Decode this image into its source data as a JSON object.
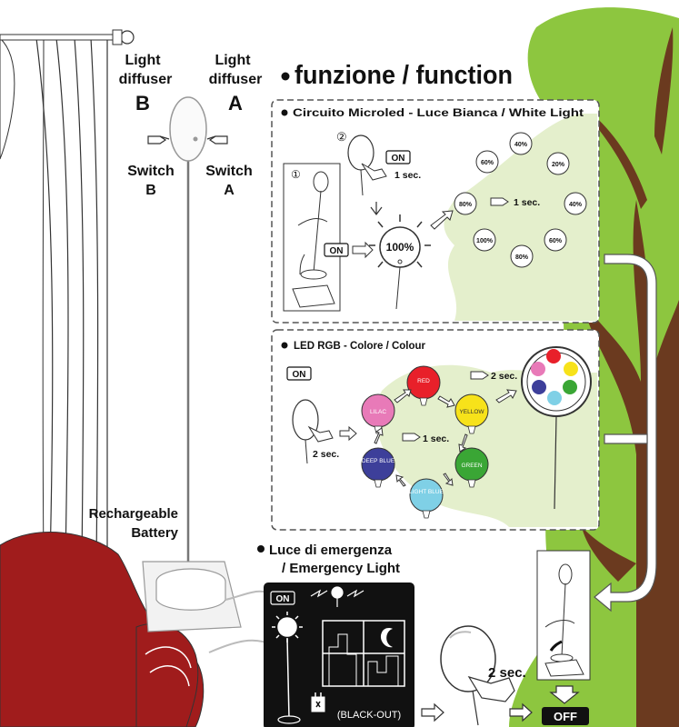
{
  "lamp_labels": {
    "diffuser_b_line1": "Light",
    "diffuser_b_line2": "diffuser",
    "diffuser_b_letter": "B",
    "diffuser_a_line1": "Light",
    "diffuser_a_line2": "diffuser",
    "diffuser_a_letter": "A",
    "switch_b_line1": "Switch",
    "switch_b_line2": "B",
    "switch_a_line1": "Switch",
    "switch_a_line2": "A",
    "battery_line1": "Rechargeable",
    "battery_line2": "Battery"
  },
  "function_title": "funzione / function",
  "white_panel": {
    "title": "Circuito Microled - Luce Bianca / White Light",
    "step1": "①",
    "step2": "②",
    "on_label": "ON",
    "on_label_2": "ON",
    "press_time": "1 sec.",
    "press_time_cycle": "1 sec.",
    "main_level": "100%",
    "cycle_levels": [
      "40%",
      "60%",
      "20%",
      "80%",
      "40%",
      "100%",
      "60%",
      "80%"
    ]
  },
  "rgb_panel": {
    "title": "LED RGB - Colore / Colour",
    "on_label": "ON",
    "hold_time": "2 sec.",
    "cycle_time": "1 sec.",
    "end_time": "2 sec.",
    "bulbs": [
      {
        "label": "RED",
        "color": "#e8202a"
      },
      {
        "label": "LILAC",
        "color": "#e87ab8"
      },
      {
        "label": "YELLOW",
        "color": "#f7e21a"
      },
      {
        "label": "DEEP BLUE",
        "color": "#3d3f9a"
      },
      {
        "label": "GREEN",
        "color": "#3aa635"
      },
      {
        "label": "LIGHT BLUE",
        "color": "#7fd0e6"
      }
    ],
    "palette_colors": [
      "#e8202a",
      "#e87ab8",
      "#f7e21a",
      "#3d3f9a",
      "#3aa635",
      "#7fd0e6"
    ]
  },
  "emergency": {
    "title_line1": "Luce di emergenza",
    "title_line2": "/ Emergency Light",
    "on_label": "ON",
    "blackout": "(BLACK-OUT)",
    "hold_time": "2 sec.",
    "off_label": "OFF"
  },
  "colors": {
    "tree_green": "#8dc63f",
    "trunk": "#6b3a1f",
    "curtain_blue": "#4467b0",
    "armchair_red": "#a01c1c",
    "map_green": "#e4efcc"
  }
}
